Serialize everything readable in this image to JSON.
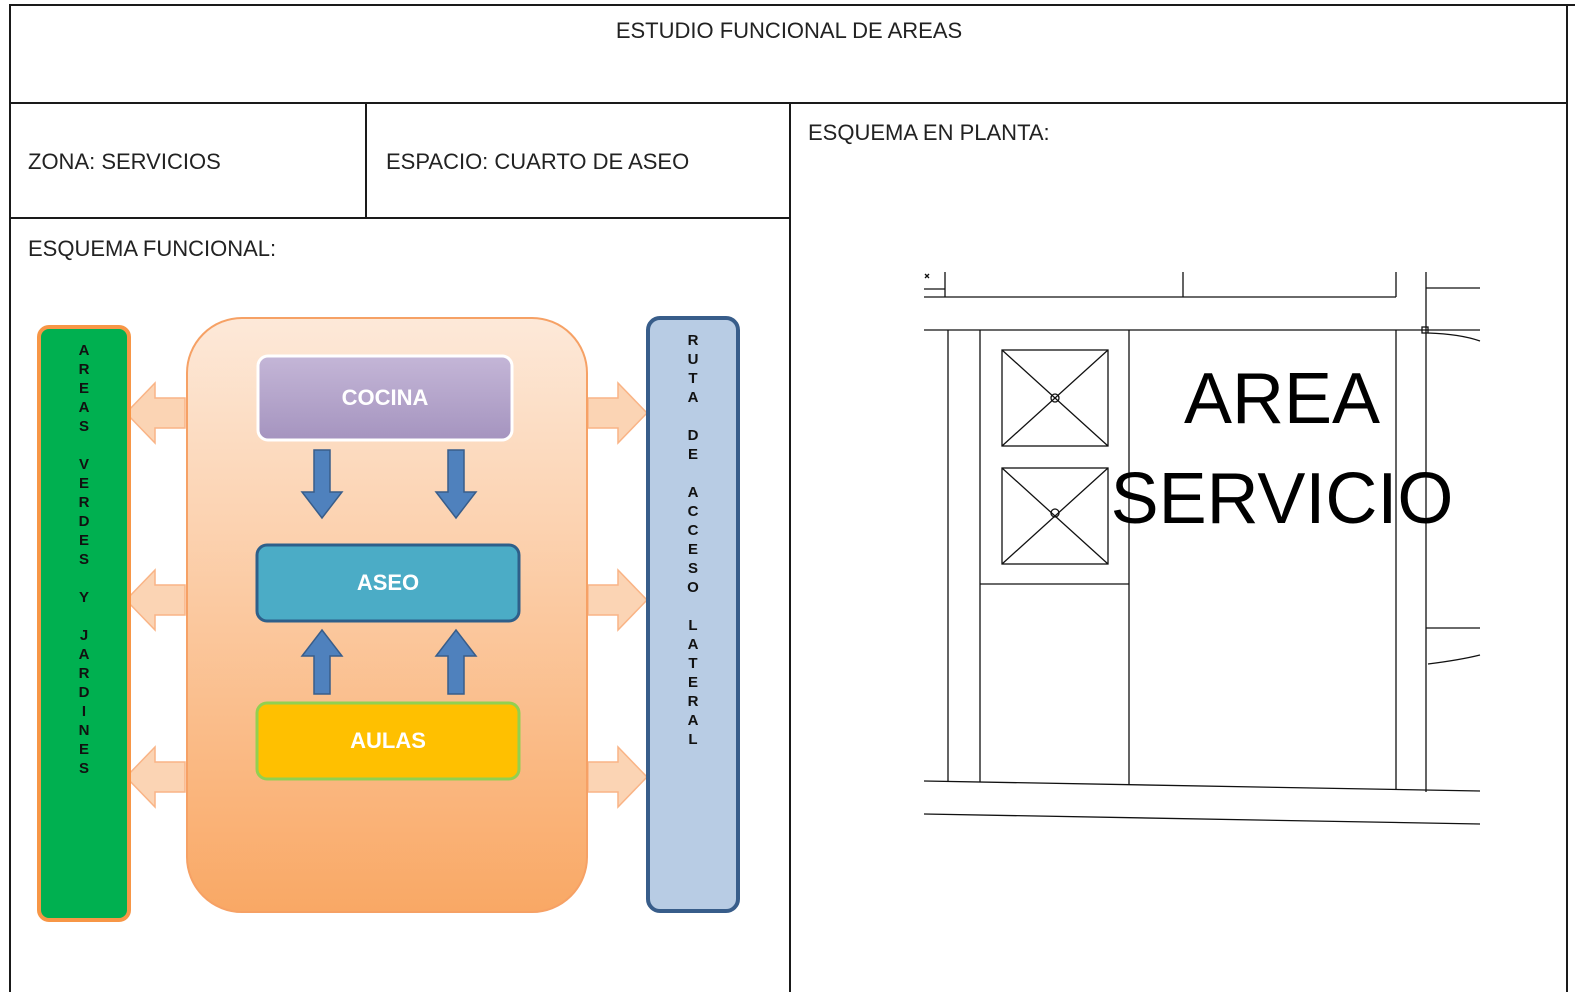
{
  "header": {
    "title": "ESTUDIO FUNCIONAL DE AREAS"
  },
  "fields": {
    "zona": "ZONA: SERVICIOS",
    "espacio": "ESPACIO: CUARTO DE ASEO",
    "esquema_planta": "ESQUEMA EN PLANTA:",
    "esquema_funcional": "ESQUEMA FUNCIONAL:"
  },
  "diagram": {
    "left_bar_text": "AREAS VERDES Y JARDINES",
    "right_bar_text": "RUTA DE ACCESO LATERAL",
    "boxes": {
      "top": "COCINA",
      "middle": "ASEO",
      "bottom": "AULAS"
    },
    "colors": {
      "left_bar": "#00b050",
      "left_bar_border": "#f79646",
      "right_bar": "#b8cce4",
      "right_bar_border": "#385d8a",
      "container": "#fbbf8f",
      "cocina": "#b2a1c7",
      "aseo": "#4bacc6",
      "aulas": "#ffc000",
      "arrow_blue": "#4f81bd",
      "arrow_orange": "#fbd4b4"
    }
  },
  "floor_plan": {
    "label_line1": "AREA",
    "label_line2": "SERVICIO"
  }
}
